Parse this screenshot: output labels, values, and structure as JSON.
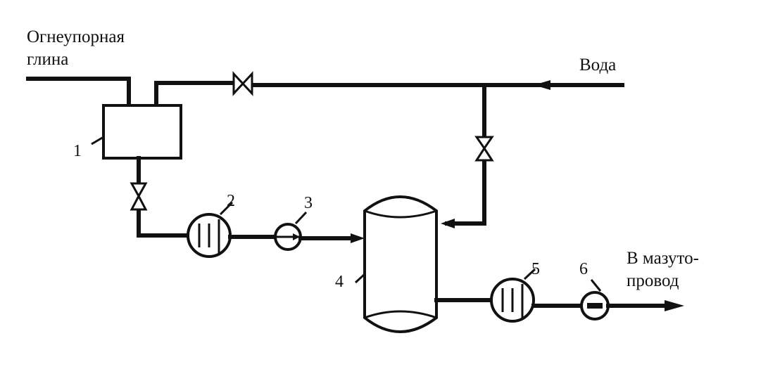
{
  "labels": {
    "clay_line1": "Огнеупорная",
    "clay_line2": "глина",
    "water": "Вода",
    "outlet_line1": "В мазуто-",
    "outlet_line2": "провод"
  },
  "callouts": {
    "mixer": "1",
    "pump_1": "2",
    "meter_1": "3",
    "tank": "4",
    "pump_2": "5",
    "meter_2": "6"
  }
}
